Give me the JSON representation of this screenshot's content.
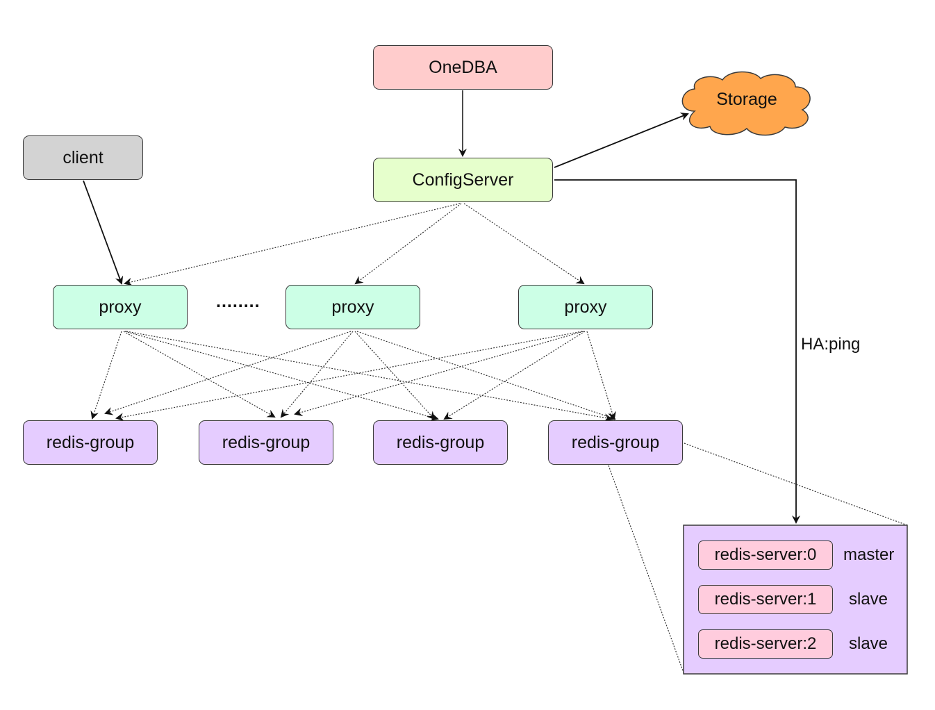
{
  "colors": {
    "onedba": "#ffcccc",
    "configserver": "#e6ffcc",
    "client": "#d3d3d3",
    "proxy": "#ccffe6",
    "redis_group": "#e5ccff",
    "storage": "#ffa64d",
    "redis_server": "#ffccdd"
  },
  "nodes": {
    "onedba": "OneDBA",
    "configserver": "ConfigServer",
    "storage": "Storage",
    "client": "client",
    "proxies": [
      "proxy",
      "proxy",
      "proxy"
    ],
    "proxy_ellipsis": "........",
    "redis_groups": [
      "redis-group",
      "redis-group",
      "redis-group",
      "redis-group"
    ]
  },
  "ha_label": "HA:ping",
  "group_detail": {
    "servers": [
      {
        "name": "redis-server:0",
        "role": "master"
      },
      {
        "name": "redis-server:1",
        "role": "slave"
      },
      {
        "name": "redis-server:2",
        "role": "slave"
      }
    ]
  }
}
